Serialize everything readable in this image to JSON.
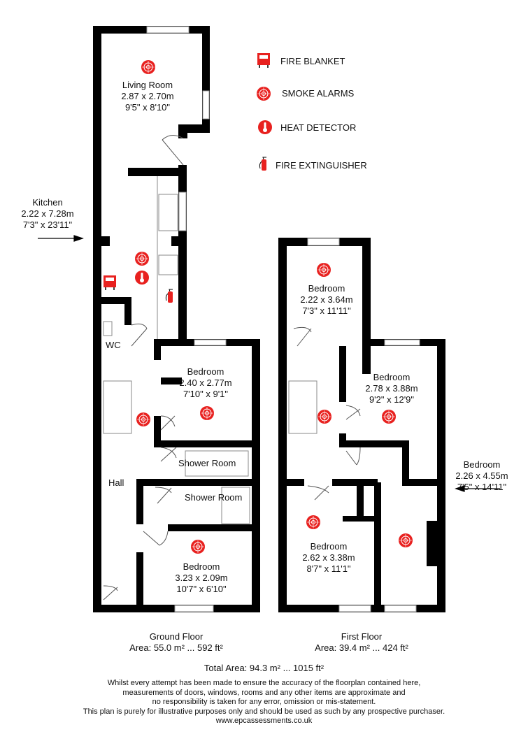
{
  "legend": [
    {
      "icon": "fire-blanket-icon",
      "label": "FIRE BLANKET"
    },
    {
      "icon": "smoke-alarm-icon",
      "label": "SMOKE ALARMS"
    },
    {
      "icon": "heat-detector-icon",
      "label": "HEAT DETECTOR"
    },
    {
      "icon": "fire-extinguisher-icon",
      "label": "FIRE EXTINGUISHER"
    }
  ],
  "colors": {
    "wall": "#000000",
    "safety": "#e8211f"
  },
  "rooms": {
    "living": {
      "name": "Living Room",
      "metric": "2.87 x 2.70m",
      "imperial": "9'5\" x 8'10\""
    },
    "kitchen": {
      "name": "Kitchen",
      "metric": "2.22 x 7.28m",
      "imperial": "7'3\" x 23'11\""
    },
    "wc": {
      "name": "WC"
    },
    "hall": {
      "name": "Hall"
    },
    "gf_bed1": {
      "name": "Bedroom",
      "metric": "2.40 x 2.77m",
      "imperial": "7'10\" x 9'1\""
    },
    "shower1": {
      "name": "Shower Room"
    },
    "shower2": {
      "name": "Shower Room"
    },
    "gf_bed2": {
      "name": "Bedroom",
      "metric": "3.23 x 2.09m",
      "imperial": "10'7\" x 6'10\""
    },
    "ff_bed1": {
      "name": "Bedroom",
      "metric": "2.22 x 3.64m",
      "imperial": "7'3\" x 11'11\""
    },
    "ff_bed2": {
      "name": "Bedroom",
      "metric": "2.78 x 3.88m",
      "imperial": "9'2\" x 12'9\""
    },
    "ff_bed3": {
      "name": "Bedroom",
      "metric": "2.62 x 3.38m",
      "imperial": "8'7\" x 11'1\""
    },
    "ff_bed4": {
      "name": "Bedroom",
      "metric": "2.26 x 4.55m",
      "imperial": "7'5\" x 14'11\""
    }
  },
  "floors": {
    "ground": {
      "name": "Ground Floor",
      "area": "Area: 55.0 m² ... 592 ft²"
    },
    "first": {
      "name": "First Floor",
      "area": "Area: 39.4 m² ... 424 ft²"
    }
  },
  "total": "Total Area: 94.3 m² ... 1015 ft²",
  "disclaimer": [
    "Whilst every attempt has been made to ensure the accuracy of the floorplan contained here,",
    "measurements of doors, windows, rooms and any other items are approximate and",
    "no responsibility is taken for any error, omission or mis-statement.",
    "This plan is purely for illustrative purposes only and should be used as such by any prospective purchaser.",
    "www.epcassessments.co.uk"
  ]
}
